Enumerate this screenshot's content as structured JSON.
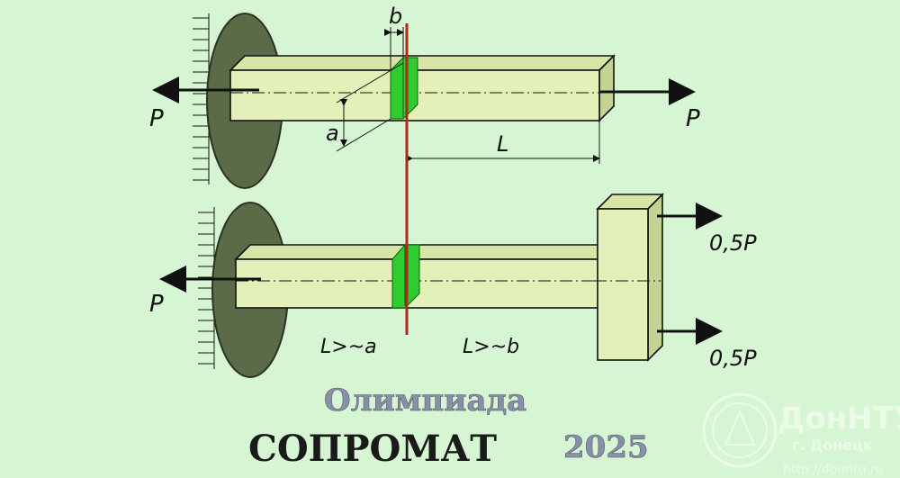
{
  "diagram": {
    "labels": {
      "b": "b",
      "a": "a",
      "L": "L",
      "P_left_top": "P",
      "P_right_top": "P",
      "P_left_bottom": "P",
      "half_P_top": "0,5P",
      "half_P_bottom": "0,5P",
      "L_gt_a": "L>~a",
      "L_gt_b": "L>~b"
    },
    "colors": {
      "background": "#d6f5d2",
      "beam": "#e3f0b8",
      "wall": "#5b6b48",
      "section": "#2ecc2e",
      "cut_line": "#b02a1a"
    }
  },
  "footer": {
    "olympiad": "Олимпиада",
    "subject": "СОПРОМАТ",
    "year": "2025"
  },
  "watermark": {
    "brand": "ДонНТУ",
    "city": "г. Донецк",
    "url": "http://donntu.ru"
  }
}
